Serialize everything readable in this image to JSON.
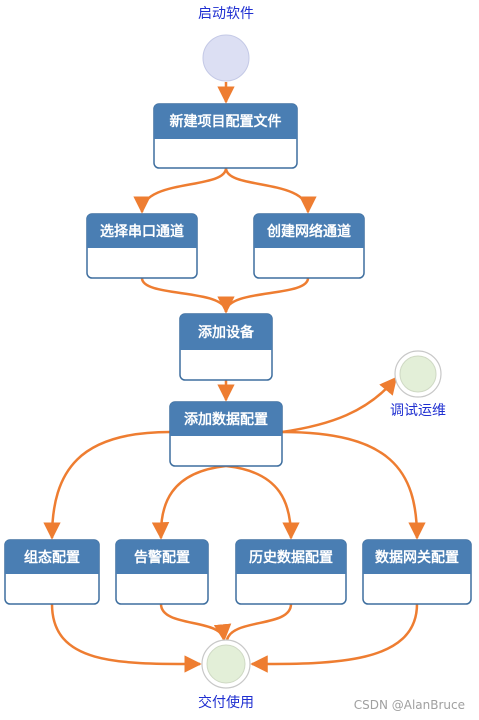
{
  "start": {
    "label": "启动软件"
  },
  "nodes": {
    "new_project": "新建项目配置文件",
    "select_serial": "选择串口通道",
    "create_network": "创建网络通道",
    "add_device": "添加设备",
    "add_data": "添加数据配置",
    "config_group": "组态配置",
    "alarm_config": "告警配置",
    "history_config": "历史数据配置",
    "gateway_config": "数据网关配置"
  },
  "end_debug": {
    "label": "调试运维"
  },
  "end_delivery": {
    "label": "交付使用"
  },
  "watermark": "CSDN @AlanBruce",
  "colors": {
    "arrow": "#ee7d31",
    "node_header": "#4a7eb3",
    "node_border": "#3f6f9f",
    "start_fill": "#dcdff3",
    "end_fill": "#e3efd8",
    "label_text": "#1f2fd1"
  }
}
